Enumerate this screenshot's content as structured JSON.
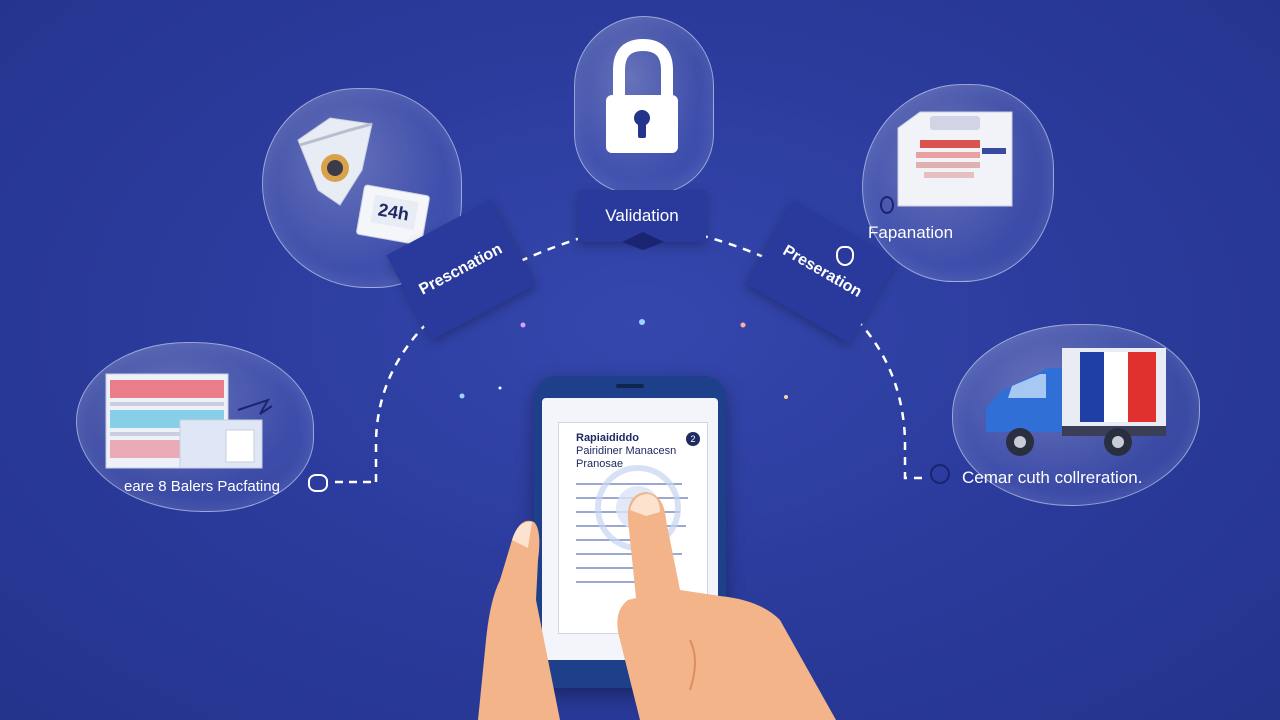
{
  "steps": {
    "validation": {
      "label": "Validation",
      "icon": "lock-icon"
    },
    "prescription": {
      "label": "Prescnation",
      "icon": "prescription-items-icon"
    },
    "preservation": {
      "label": "Preseration",
      "icon": "shield-icon"
    },
    "preparation": {
      "label": "Fapanation",
      "icon": "medicine-box-icon"
    },
    "packaging": {
      "label": "eare 8 Balers Pacfating",
      "icon": "pharmacy-shelves-icon"
    },
    "delivery": {
      "label": "Cemar cuth collreration.",
      "icon": "delivery-truck-icon"
    }
  },
  "phone": {
    "screen_title": "Rapiaididdo",
    "screen_subtitle": "Pairidiner Manacesn",
    "screen_caption": "Pranosae",
    "badge": "2"
  },
  "prescription_tag": "24h",
  "colors": {
    "background": "#2c3c9e",
    "banner": "#2a3a9c",
    "flag_blue": "#1f3fa6",
    "flag_white": "#ffffff",
    "flag_red": "#e0312e",
    "truck_blue": "#2f6fd6"
  }
}
